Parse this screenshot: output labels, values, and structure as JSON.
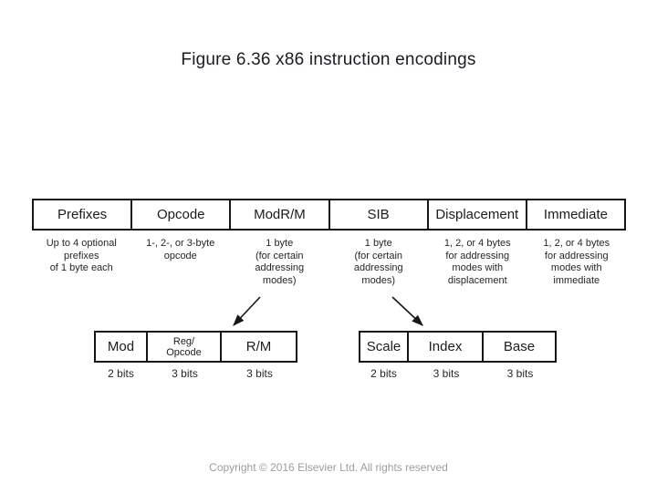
{
  "slide": {
    "title": "Figure 6.36 x86 instruction encodings",
    "copyright": "Copyright © 2016 Elsevier Ltd. All rights reserved"
  },
  "encoding_fields": [
    {
      "label": "Prefixes",
      "note": "Up to 4 optional\nprefixes\nof 1 byte each"
    },
    {
      "label": "Opcode",
      "note": "1-, 2-, or 3-byte\nopcode"
    },
    {
      "label": "ModR/M",
      "note": "1 byte\n(for certain\naddressing\nmodes)"
    },
    {
      "label": "SIB",
      "note": "1 byte\n(for certain\naddressing\nmodes)"
    },
    {
      "label": "Displacement",
      "note": "1, 2, or 4 bytes\nfor addressing\nmodes with\ndisplacement"
    },
    {
      "label": "Immediate",
      "note": "1, 2, or 4 bytes\nfor addressing\nmodes with\nimmediate"
    }
  ],
  "modrm_fields": [
    {
      "label": "Mod",
      "bits": "2 bits"
    },
    {
      "label": "Reg/\nOpcode",
      "bits": "3 bits"
    },
    {
      "label": "R/M",
      "bits": "3 bits"
    }
  ],
  "sib_fields": [
    {
      "label": "Scale",
      "bits": "2 bits"
    },
    {
      "label": "Index",
      "bits": "3 bits"
    },
    {
      "label": "Base",
      "bits": "3 bits"
    }
  ],
  "colors": {
    "line": "#161616",
    "title_text": "#1b1b26",
    "copyright_text": "#9e9e9e"
  }
}
